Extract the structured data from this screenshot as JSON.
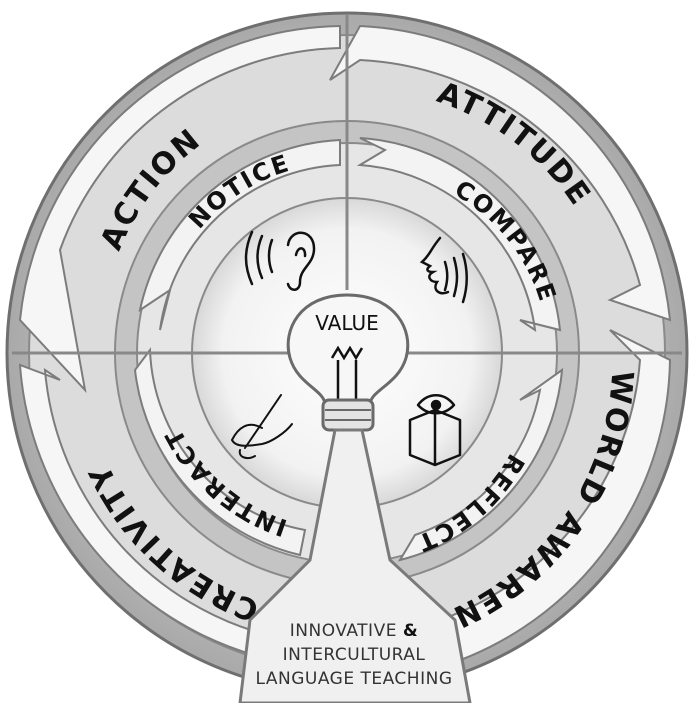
{
  "diagram": {
    "outer_ring": [
      {
        "id": "attitude",
        "label": "ATTITUDE"
      },
      {
        "id": "world_awareness",
        "label": "WORLD AWARENESS"
      },
      {
        "id": "creativity",
        "label": "CREATIVITY"
      },
      {
        "id": "action",
        "label": "ACTION"
      }
    ],
    "inner_ring": [
      {
        "id": "notice",
        "label": "NOTICE"
      },
      {
        "id": "compare",
        "label": "COMPARE"
      },
      {
        "id": "reflect",
        "label": "REFLECT"
      },
      {
        "id": "interact",
        "label": "INTERACT"
      }
    ],
    "center": {
      "label": "VALUE"
    },
    "footer": {
      "line1_a": "INNOVATIVE ",
      "line1_amp": "&",
      "line2": "INTERCULTURAL",
      "line3": "LANGUAGE TEACHING"
    },
    "icons": [
      "ear-icon",
      "speaking-face-icon",
      "book-eye-icon",
      "writing-hand-icon",
      "light-bulb-icon"
    ],
    "colors": {
      "ring": "#b8b8b8",
      "ring_dark": "#8e8e8e",
      "band": "#efefef",
      "arrow": "#f7f7f7",
      "stroke": "#777777",
      "ink": "#111111"
    }
  }
}
